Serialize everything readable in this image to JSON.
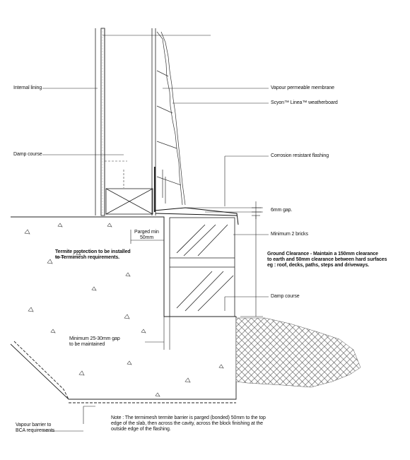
{
  "labels": {
    "internal_lining": "Internal lining",
    "damp_course_left": "Damp course",
    "vapour_permeable_membrane": "Vapour permeable membrane",
    "weatherboard": "Scyon™ Linea™ weatherboard",
    "corrosion_resistant_flashing": "Corrosion resistant flashing",
    "gap_6mm": "6mm gap.",
    "parged_min_line1": "Parged min",
    "parged_min_line2": "50mm",
    "minimum_2_bricks": "Minimum 2 bricks",
    "termite_line1": "Termite protection to be installed",
    "termite_line2": "to Termimesh requirements.",
    "ground_clearance_line1": "Ground Clearance - Maintain a 150mm clearance",
    "ground_clearance_line2": "to earth and 50mm clearance between hard surfaces",
    "ground_clearance_line3": "eg : roof, decks, paths, steps and driveways.",
    "damp_course_right": "Damp course",
    "min_gap_line1": "Minimum 25-30mm gap",
    "min_gap_line2": "to be maintained",
    "vapour_barrier_line1": "Vapour barrier to",
    "vapour_barrier_line2": "BCA requirements",
    "note_line1": "Note : The termimesh termite barrier is parged (bonded) 50mm to the top",
    "note_line2": "edge of the slab, then across the cavity, across the block finishing at the",
    "note_line3": "outside edge of the flashing."
  }
}
